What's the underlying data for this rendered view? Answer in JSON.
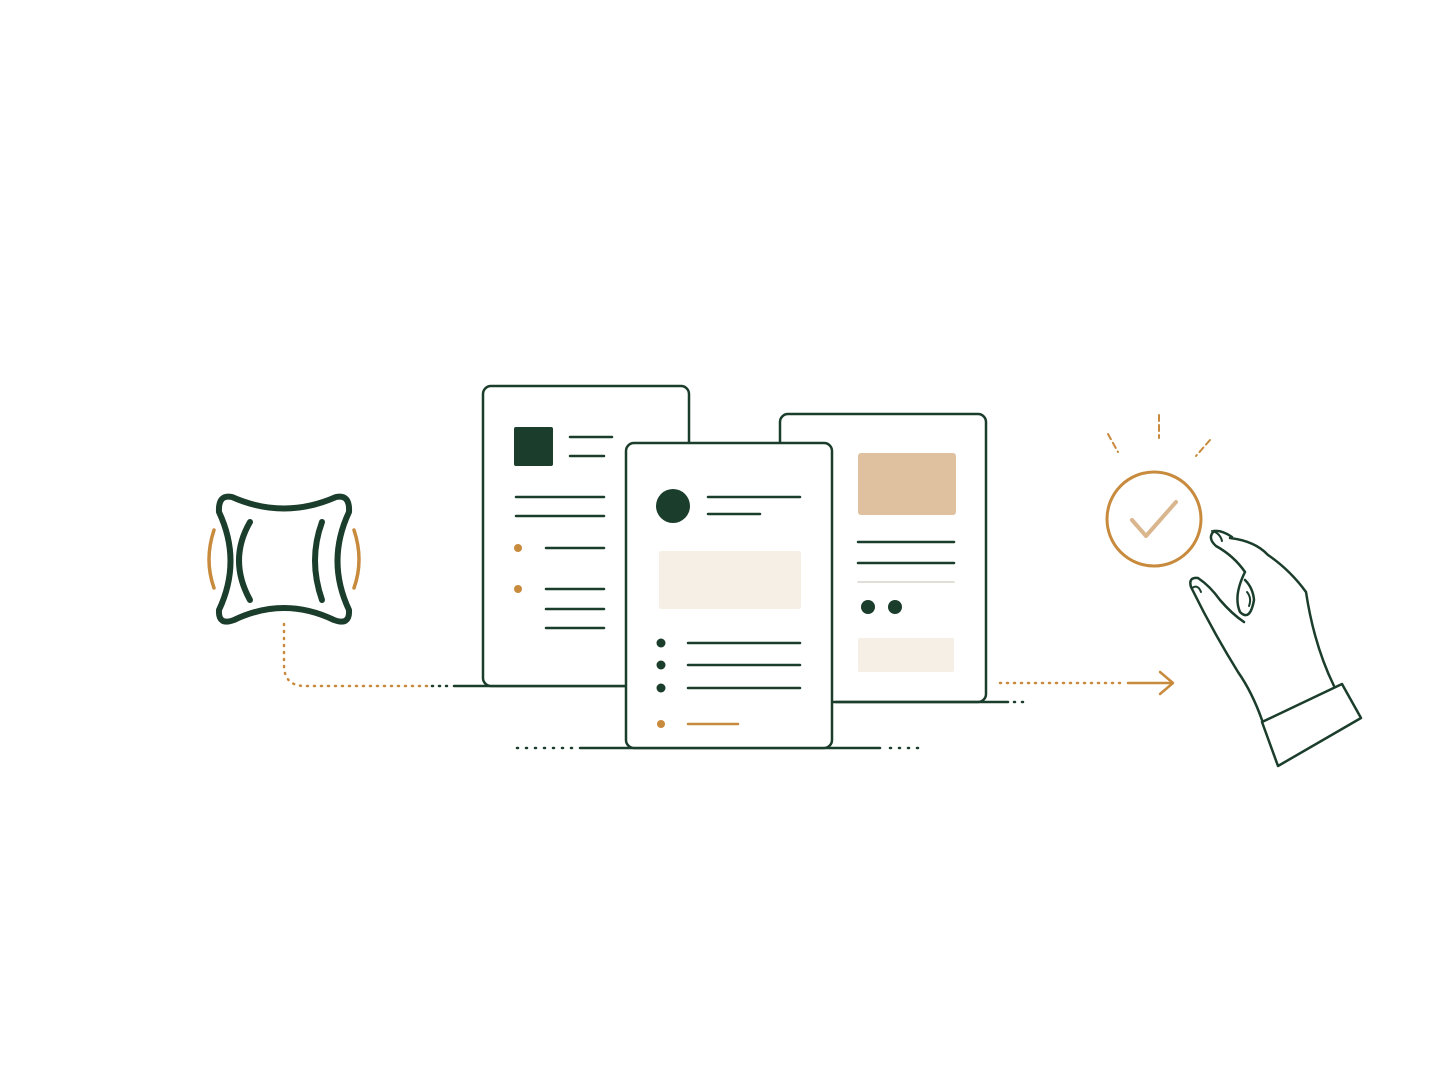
{
  "colors": {
    "background": "#ffffff",
    "primary_green": "#1b3d2b",
    "accent_orange": "#c88a3c",
    "beige_fill": "#e0c19f",
    "soft_fill": "#f6efe6",
    "check_stroke": "#d9b68e"
  },
  "icons": {
    "logo": "squircle-star-logo",
    "documents": [
      "document-card",
      "document-card",
      "document-card"
    ],
    "approval": "check-circle-icon",
    "hand": "pointing-hand"
  }
}
